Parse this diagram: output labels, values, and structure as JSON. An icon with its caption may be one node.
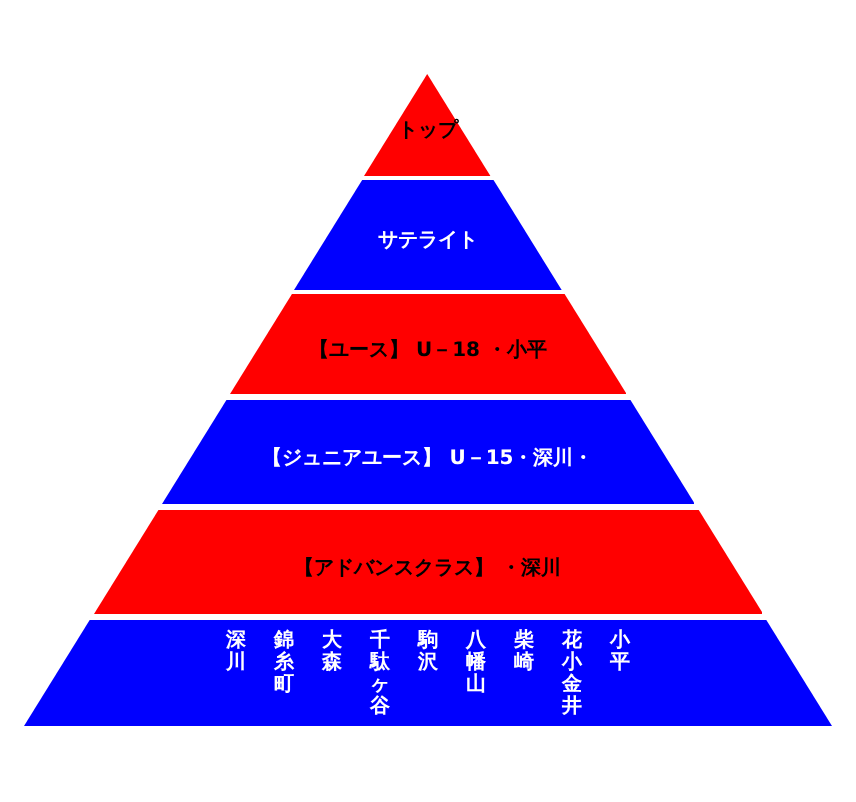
{
  "diagram": {
    "nodes": [
      {
        "text": [
          "トップ"
        ]
      },
      {
        "text": [
          "サテライト"
        ]
      },
      {
        "text": [
          "【ユース】 U－18 ・小平"
        ]
      },
      {
        "text": [
          "【ジュニアユース】 U－15・深川・"
        ]
      },
      {
        "text": [
          "【アドバンスクラス】 ・深川"
        ]
      },
      {
        "text": [
          "深川",
          "錦糸町",
          "大森",
          "千駄ヶ谷",
          "駒沢",
          "八幡山",
          "柴崎",
          "花小金井",
          "小平"
        ]
      }
    ]
  }
}
